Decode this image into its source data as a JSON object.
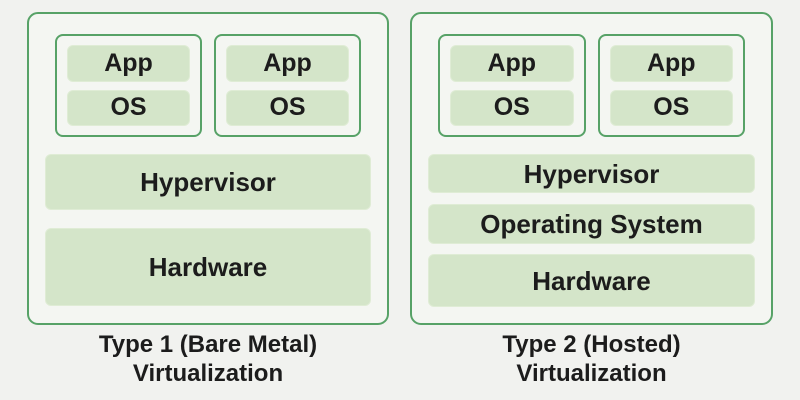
{
  "colors": {
    "page_bg": "#f1f2ef",
    "box_bg": "#f4f6f2",
    "border_green": "#57a267",
    "layer_fill": "#d4e5c9",
    "text": "#1c1c1c"
  },
  "diagrams": [
    {
      "caption_line1": "Type 1 (Bare Metal)",
      "caption_line2": "Virtualization",
      "vms": [
        {
          "layers": [
            "App",
            "OS"
          ]
        },
        {
          "layers": [
            "App",
            "OS"
          ]
        }
      ],
      "layers": [
        "Hypervisor",
        "Hardware"
      ]
    },
    {
      "caption_line1": "Type 2 (Hosted)",
      "caption_line2": "Virtualization",
      "vms": [
        {
          "layers": [
            "App",
            "OS"
          ]
        },
        {
          "layers": [
            "App",
            "OS"
          ]
        }
      ],
      "layers": [
        "Hypervisor",
        "Operating System",
        "Hardware"
      ]
    }
  ]
}
